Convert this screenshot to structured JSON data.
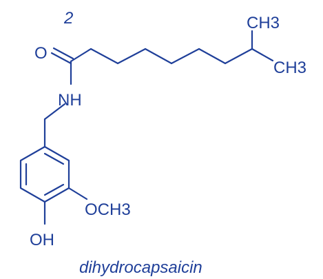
{
  "diagram": {
    "compound_number": "2",
    "compound_name": "dihydrocapsaicin",
    "atoms": {
      "oxygen_carbonyl": "O",
      "amide_nh": "NH",
      "ch3_top": "CH3",
      "ch3_bottom": "CH3",
      "methoxy": "OCH3",
      "hydroxyl": "OH"
    },
    "colors": {
      "ink": "#1f3f99",
      "background": "#ffffff"
    }
  }
}
